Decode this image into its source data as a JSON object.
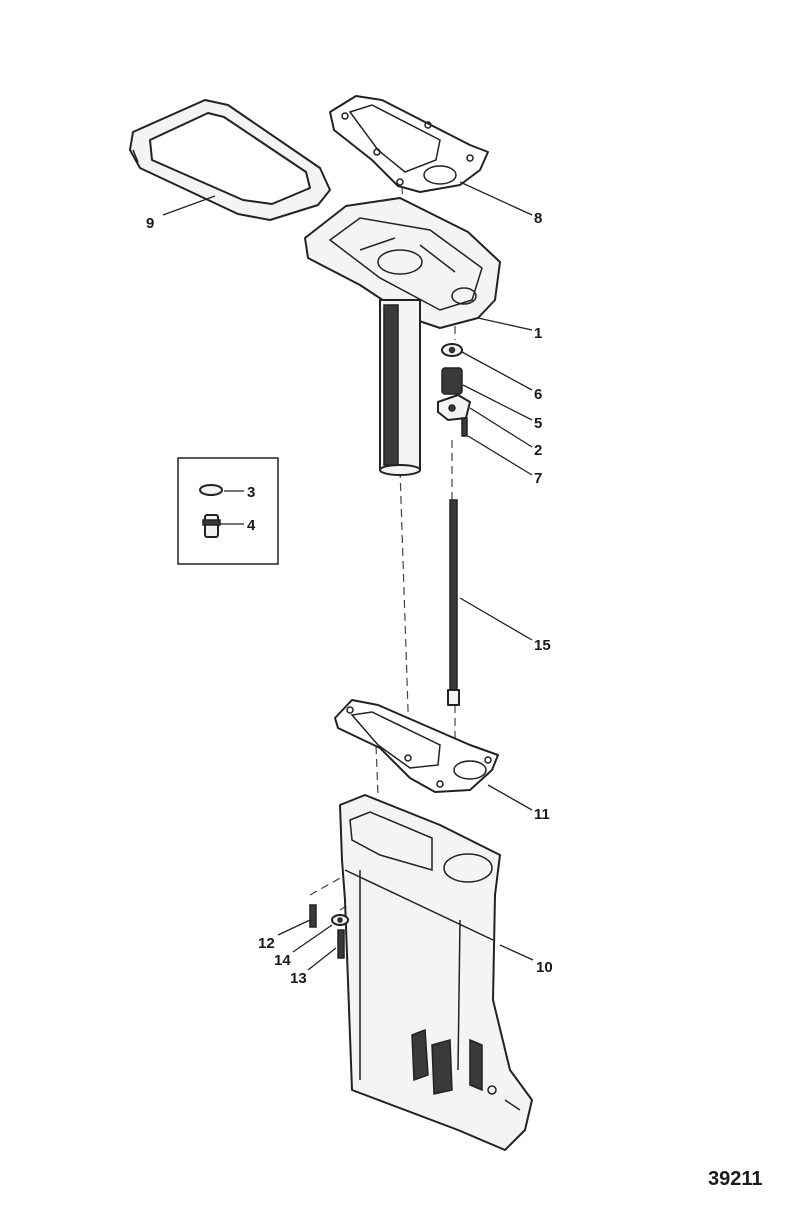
{
  "callouts": [
    {
      "id": "c1",
      "text": "1"
    },
    {
      "id": "c2",
      "text": "2"
    },
    {
      "id": "c3",
      "text": "3"
    },
    {
      "id": "c4",
      "text": "4"
    },
    {
      "id": "c5",
      "text": "5"
    },
    {
      "id": "c6",
      "text": "6"
    },
    {
      "id": "c7",
      "text": "7"
    },
    {
      "id": "c8",
      "text": "8"
    },
    {
      "id": "c9",
      "text": "9"
    },
    {
      "id": "c10",
      "text": "10"
    },
    {
      "id": "c11",
      "text": "11"
    },
    {
      "id": "c12",
      "text": "12"
    },
    {
      "id": "c13",
      "text": "13"
    },
    {
      "id": "c14",
      "text": "14"
    },
    {
      "id": "c15",
      "text": "15"
    }
  ],
  "figure_number": "39211"
}
